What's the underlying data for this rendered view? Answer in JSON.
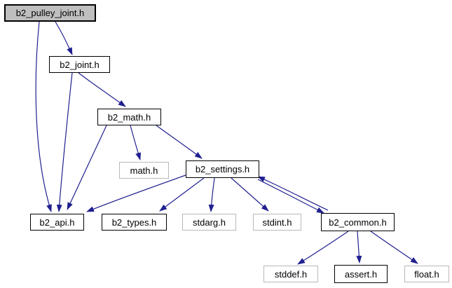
{
  "diagram": {
    "kind": "include-dependency-graph",
    "root_label": "b2_pulley_joint.h",
    "colors": {
      "edge": "#202090",
      "main_node_fill": "#bfbfbf",
      "node_fill": "#ffffff",
      "linked_border": "#000000",
      "external_border": "#b9b9b9",
      "text": "#000000"
    },
    "nodes": [
      {
        "id": "b2_pulley_joint_h",
        "label": "b2_pulley_joint.h",
        "kind": "main"
      },
      {
        "id": "b2_joint_h",
        "label": "b2_joint.h",
        "kind": "linked"
      },
      {
        "id": "b2_math_h",
        "label": "b2_math.h",
        "kind": "linked"
      },
      {
        "id": "math_h",
        "label": "math.h",
        "kind": "external"
      },
      {
        "id": "b2_settings_h",
        "label": "b2_settings.h",
        "kind": "linked"
      },
      {
        "id": "b2_api_h",
        "label": "b2_api.h",
        "kind": "linked"
      },
      {
        "id": "b2_types_h",
        "label": "b2_types.h",
        "kind": "linked"
      },
      {
        "id": "stdarg_h",
        "label": "stdarg.h",
        "kind": "external"
      },
      {
        "id": "stdint_h",
        "label": "stdint.h",
        "kind": "external"
      },
      {
        "id": "b2_common_h",
        "label": "b2_common.h",
        "kind": "linked"
      },
      {
        "id": "stddef_h",
        "label": "stddef.h",
        "kind": "external"
      },
      {
        "id": "assert_h",
        "label": "assert.h",
        "kind": "linked"
      },
      {
        "id": "float_h",
        "label": "float.h",
        "kind": "external"
      }
    ],
    "edges": [
      {
        "from": "b2_pulley_joint_h",
        "to": "b2_joint_h"
      },
      {
        "from": "b2_pulley_joint_h",
        "to": "b2_api_h"
      },
      {
        "from": "b2_joint_h",
        "to": "b2_math_h"
      },
      {
        "from": "b2_joint_h",
        "to": "b2_api_h"
      },
      {
        "from": "b2_math_h",
        "to": "math_h"
      },
      {
        "from": "b2_math_h",
        "to": "b2_settings_h"
      },
      {
        "from": "b2_math_h",
        "to": "b2_api_h"
      },
      {
        "from": "b2_settings_h",
        "to": "b2_api_h"
      },
      {
        "from": "b2_settings_h",
        "to": "b2_types_h"
      },
      {
        "from": "b2_settings_h",
        "to": "stdarg_h"
      },
      {
        "from": "b2_settings_h",
        "to": "stdint_h"
      },
      {
        "from": "b2_settings_h",
        "to": "b2_common_h"
      },
      {
        "from": "b2_common_h",
        "to": "b2_settings_h"
      },
      {
        "from": "b2_common_h",
        "to": "stddef_h"
      },
      {
        "from": "b2_common_h",
        "to": "assert_h"
      },
      {
        "from": "b2_common_h",
        "to": "float_h"
      }
    ]
  }
}
